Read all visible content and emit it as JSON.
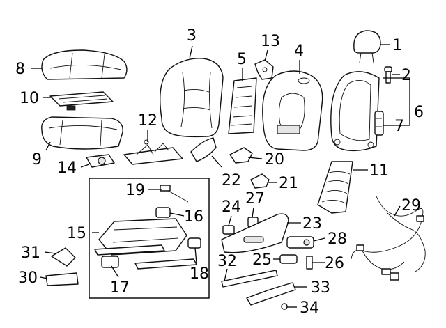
{
  "diagram": {
    "type": "exploded-parts-diagram",
    "callouts": [
      "1",
      "2",
      "3",
      "4",
      "5",
      "6",
      "7",
      "8",
      "9",
      "10",
      "11",
      "12",
      "13",
      "14",
      "15",
      "16",
      "17",
      "18",
      "19",
      "20",
      "21",
      "22",
      "23",
      "24",
      "25",
      "26",
      "27",
      "28",
      "29",
      "30",
      "31",
      "32",
      "33",
      "34"
    ]
  }
}
